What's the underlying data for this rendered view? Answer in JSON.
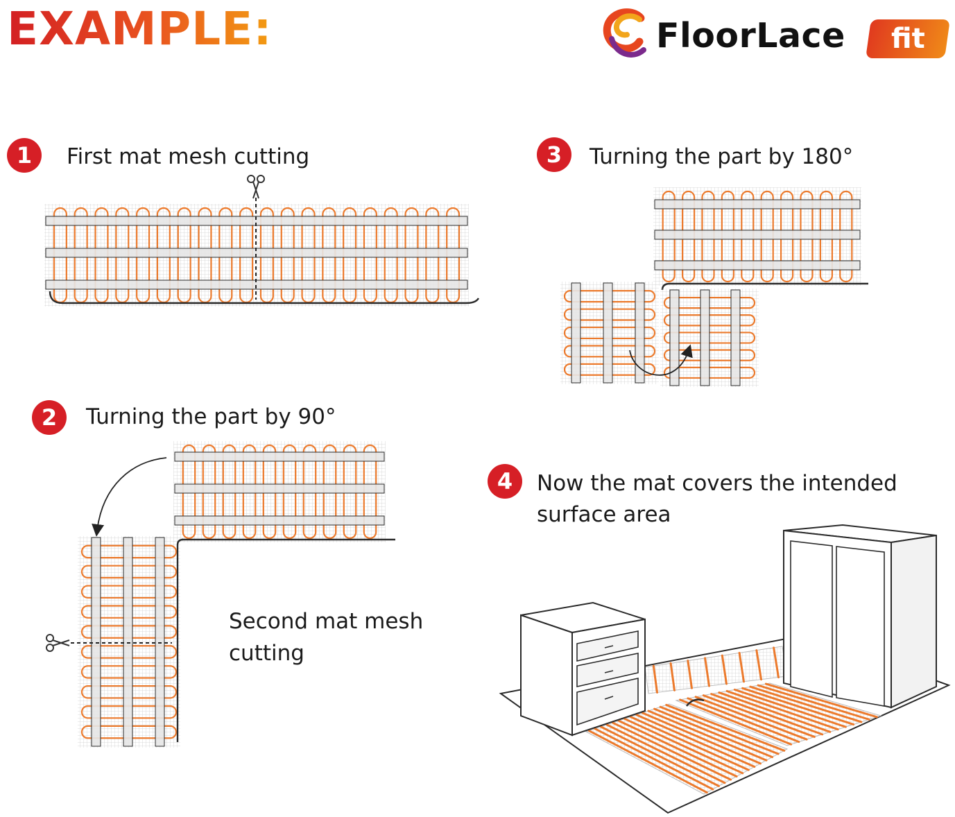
{
  "header": {
    "example_label": "EXAMPLE:",
    "brand_name": "FloorLace",
    "brand_badge": "fit"
  },
  "steps": [
    {
      "number": "1",
      "label": "First mat mesh cutting"
    },
    {
      "number": "2",
      "label": "Turning the part by 90°"
    },
    {
      "number": "3",
      "label": "Turning the part by 180°"
    },
    {
      "number": "4",
      "label_line1": "Now the mat covers the intended",
      "label_line2": "surface area"
    }
  ],
  "notes": {
    "second_cut_line1": "Second mat mesh",
    "second_cut_line2": "cutting"
  },
  "icons": [
    "logo-icon",
    "scissors-icon",
    "rotation-arrow-icon",
    "cabinet-icon",
    "wardrobe-icon"
  ],
  "colors": {
    "accent_red": "#d61f26",
    "heating_cable": "#ec7a2c",
    "mesh": "#cfcfcf",
    "tape": "#e6e6e6",
    "outline": "#2a2a2a"
  }
}
